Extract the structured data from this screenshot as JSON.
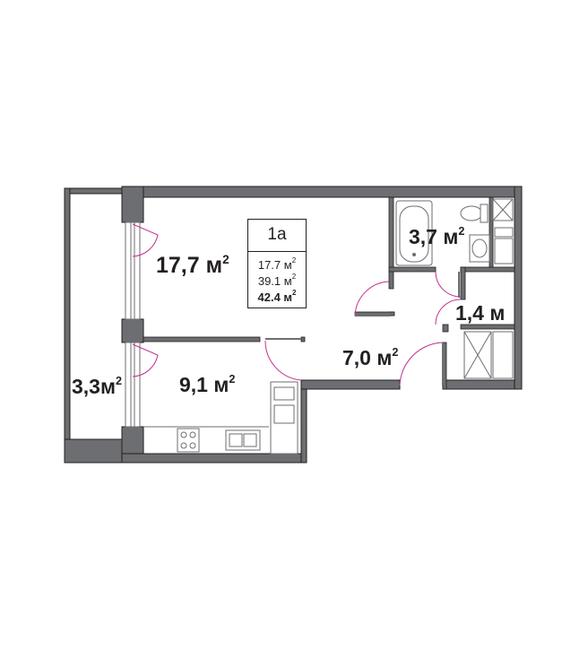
{
  "rooms": {
    "living": {
      "value": "17,7 м",
      "sup": "2"
    },
    "kitchen": {
      "value": "9,1 м",
      "sup": "2"
    },
    "balcony": {
      "value": "3,3м",
      "sup": "2"
    },
    "hall": {
      "value": "7,0 м",
      "sup": "2"
    },
    "bathroom": {
      "value": "3,7 м",
      "sup": "2"
    },
    "wc": {
      "value": "1,4 м"
    }
  },
  "info": {
    "apartment": "1а",
    "living_area": "17.7 м",
    "living_area_sup": "2",
    "total_area": "39.1 м",
    "total_area_sup": "2",
    "total_with_balcony": "42.4 м",
    "total_with_balcony_sup": "2"
  },
  "colors": {
    "wall": "#6d6e71",
    "wall_outline": "#231f20",
    "door_arc": "#c42c8e",
    "text": "#231f20"
  }
}
